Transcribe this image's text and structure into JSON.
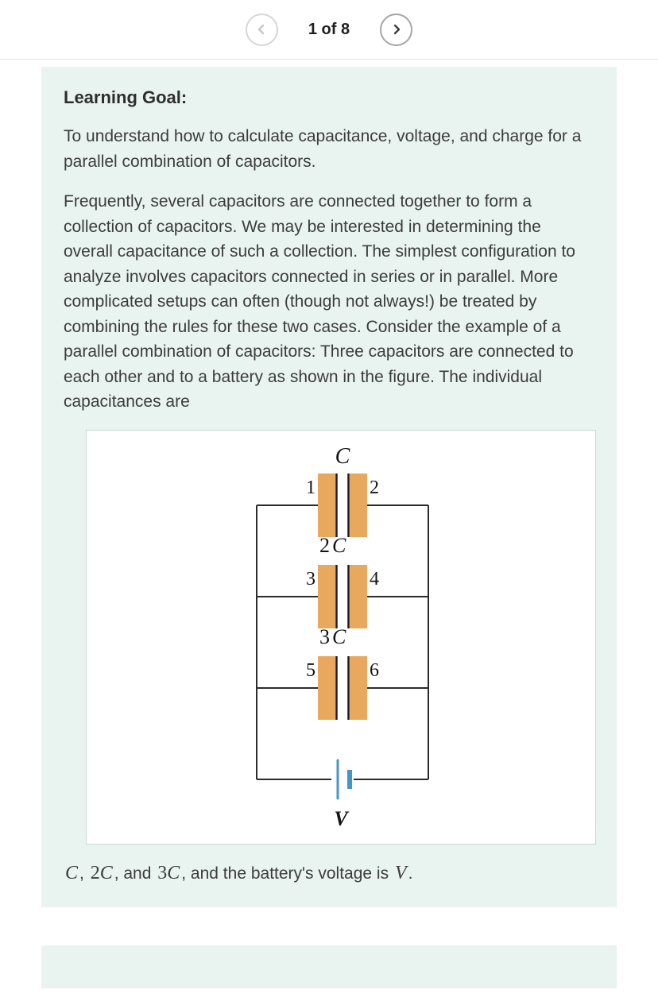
{
  "pagination": {
    "label": "1 of 8",
    "prev_icon": "chevron-left",
    "next_icon": "chevron-right"
  },
  "intro": {
    "heading": "Learning Goal:",
    "paragraphs": [
      "To understand how to calculate capacitance, voltage, and charge for a parallel combination of capacitors.",
      "Frequently, several capacitors are connected together to form a collection of capacitors. We may be interested in determining the overall capacitance of such a collection. The simplest configuration to analyze involves capacitors connected in series or in parallel. More complicated setups can often (though not always!) be treated by combining the rules for these two cases. Consider the example of a parallel combination of capacitors: Three capacitors are connected to each other and to a battery as shown in the figure. The individual capacitances are"
    ]
  },
  "figure": {
    "capacitors": [
      {
        "label_num": "",
        "label_letter": "C",
        "left_plate": "1",
        "right_plate": "2"
      },
      {
        "label_num": "2",
        "label_letter": "C",
        "left_plate": "3",
        "right_plate": "4"
      },
      {
        "label_num": "3",
        "label_letter": "C",
        "left_plate": "5",
        "right_plate": "6"
      }
    ],
    "battery_label": "V",
    "colors": {
      "plate": "#E8A85D",
      "wire": "#2B2B2B",
      "battery": "#4595C8"
    }
  },
  "closing": {
    "parts": [
      {
        "t": "C"
      },
      {
        "t": ", "
      },
      {
        "t": "2"
      },
      {
        "t": "C"
      },
      {
        "t": ", and "
      },
      {
        "t": "3"
      },
      {
        "t": "C"
      },
      {
        "t": ", and the battery's voltage is "
      },
      {
        "t": "V"
      },
      {
        "t": "."
      }
    ]
  }
}
